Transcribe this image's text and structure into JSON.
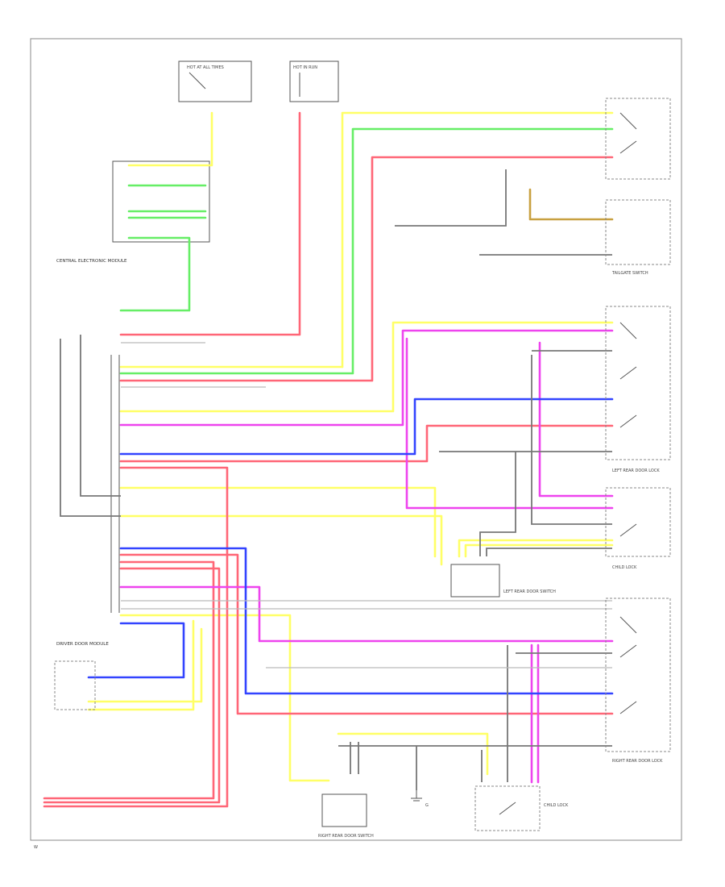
{
  "colors": {
    "yellow": "#ffff66",
    "green": "#66ee66",
    "red": "#ff6677",
    "magenta": "#ee44ee",
    "blue": "#3344ff",
    "tan": "#c8a040",
    "gray": "#777777",
    "lightgray": "#bbbbbb"
  },
  "labels": {
    "power_tl": "HOT AT ALL TIMES",
    "power_tr": "HOT IN RUN",
    "body_module": "CENTRAL ELECTRONIC MODULE",
    "door_module": "DRIVER DOOR MODULE",
    "tailgate_switch": "TAILGATE SWITCH",
    "left_rear_lock": "LEFT REAR DOOR LOCK",
    "right_rear_lock": "RIGHT REAR DOOR LOCK",
    "left_rear_switch": "LEFT REAR DOOR SWITCH",
    "right_rear_switch": "RIGHT REAR DOOR SWITCH",
    "child_lock_l": "CHILD LOCK",
    "child_lock_r": "CHILD LOCK",
    "ground": "G",
    "page_ref": "W"
  }
}
